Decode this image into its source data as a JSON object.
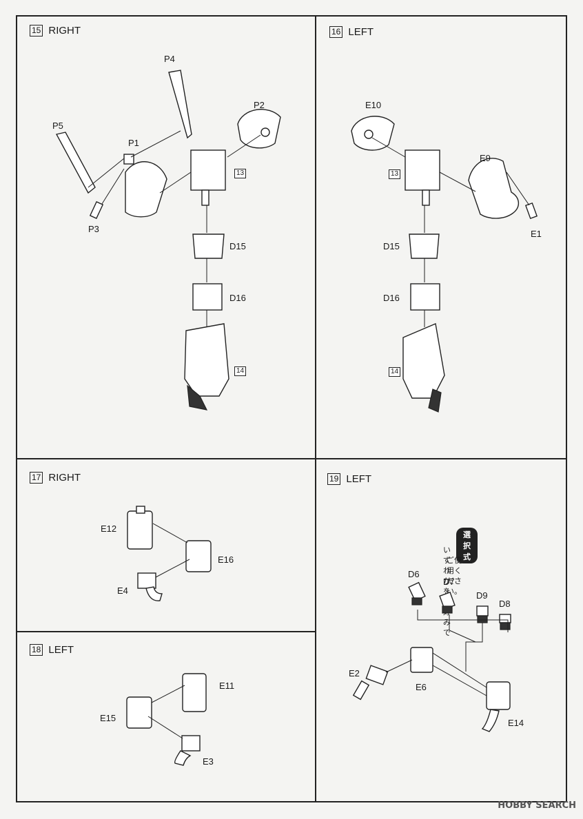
{
  "steps": {
    "s15": {
      "num": "15",
      "side": "RIGHT"
    },
    "s16": {
      "num": "16",
      "side": "LEFT"
    },
    "s17": {
      "num": "17",
      "side": "RIGHT"
    },
    "s18": {
      "num": "18",
      "side": "LEFT"
    },
    "s19": {
      "num": "19",
      "side": "LEFT"
    }
  },
  "parts": {
    "p4": "P4",
    "p2": "P2",
    "p5": "P5",
    "p1": "P1",
    "p3": "P3",
    "d15": "D15",
    "d16": "D16",
    "e10": "E10",
    "e9": "E9",
    "e1": "E1",
    "e12": "E12",
    "e16": "E16",
    "e4": "E4",
    "e11": "E11",
    "e15": "E15",
    "e3": "E3",
    "d6": "D6",
    "d7": "D7",
    "d9": "D9",
    "d8": "D8",
    "e2": "E2",
    "e6": "E6",
    "e14": "E14"
  },
  "refs": {
    "r13a": "13",
    "r14a": "14",
    "r13b": "13",
    "r14b": "14"
  },
  "choice": {
    "badge": "選択式",
    "note_line1": "いずれかをお好みで",
    "note_line2": "ご使用ください。"
  },
  "watermark": "HOBBY SEARCH"
}
